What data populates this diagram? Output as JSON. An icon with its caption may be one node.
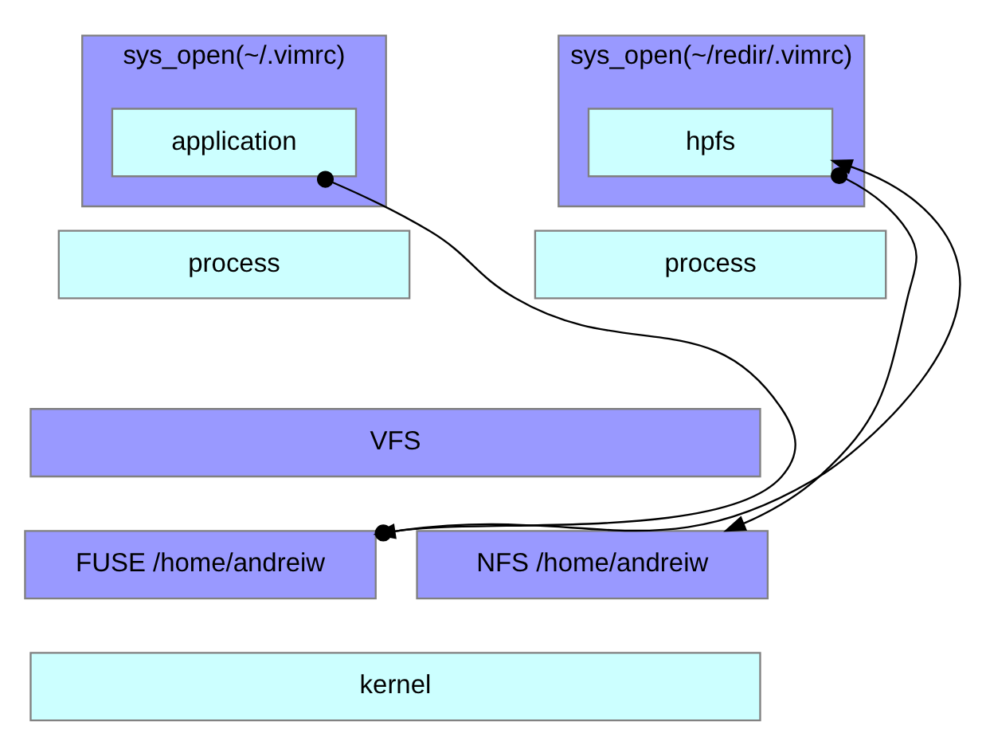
{
  "diagram": {
    "nodes": [
      {
        "text": [
          "sys_open(~/.vimrc)"
        ]
      },
      {
        "text": [
          "application"
        ],
        "in": 0
      },
      {
        "text": [
          "process"
        ]
      },
      {
        "text": [
          "sys_open(~/redir/.vimrc)"
        ]
      },
      {
        "text": [
          "hpfs"
        ],
        "in": 3
      },
      {
        "text": [
          "process"
        ]
      },
      {
        "text": [
          "VFS"
        ]
      },
      {
        "text": [
          "FUSE /home/andreiw"
        ]
      },
      {
        "text": [
          "NFS /home/andreiw"
        ]
      },
      {
        "text": [
          "kernel"
        ]
      }
    ],
    "edges": [
      {
        "from": 1,
        "to": 7,
        "arrow": "to"
      },
      {
        "from": 7,
        "to": 4,
        "arrow": "to"
      },
      {
        "from": 4,
        "to": 8,
        "arrow": "to"
      }
    ]
  }
}
